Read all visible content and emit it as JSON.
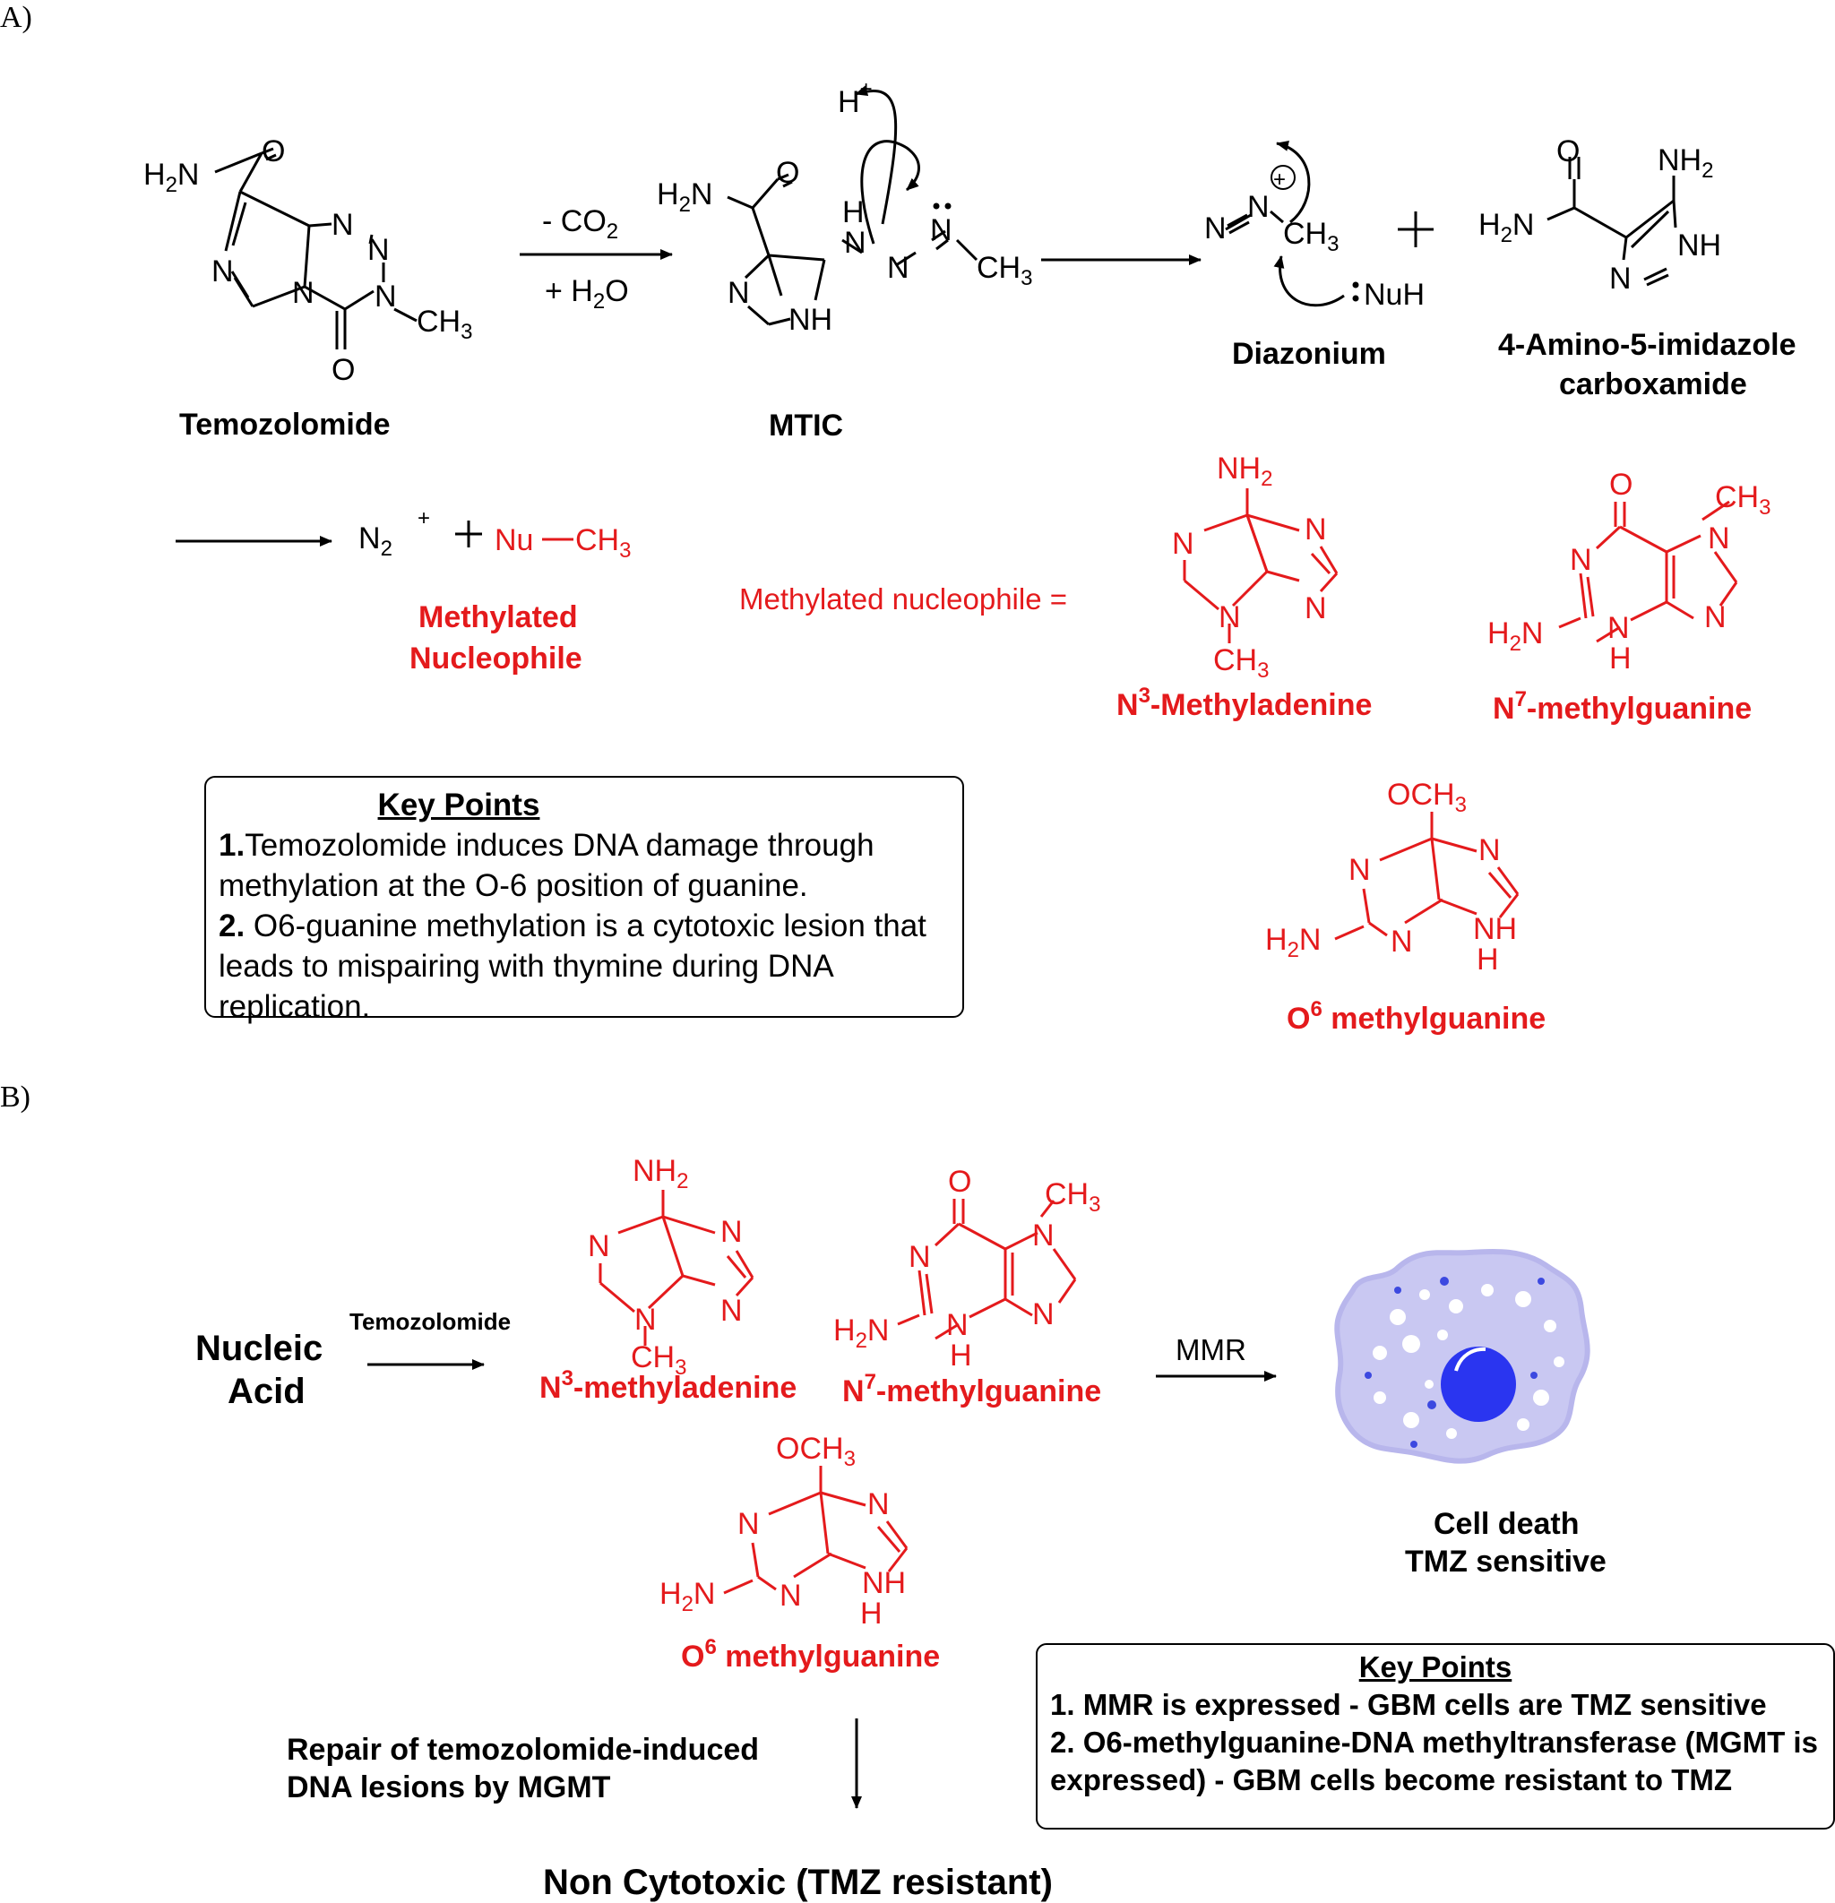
{
  "panels": {
    "a": "A)",
    "b": "B)"
  },
  "panel_a": {
    "temozolomide_label": "Temozolomide",
    "mtic_label": "MTIC",
    "diazonium_label": "Diazonium",
    "aic_label_line1": "4-Amino-5-imidazole",
    "aic_label_line2": "carboxamide",
    "reagent_minus": "- CO",
    "reagent_plus": "+ H",
    "reagent_plus_end": "O",
    "proton": "H",
    "nuh": "NuH",
    "n2": "N",
    "nu": "Nu",
    "methylated_nucleophile_line1": "Methylated",
    "methylated_nucleophile_line2": "Nucleophile",
    "methylated_eq": "Methylated nucleophile =",
    "n3_label_prefix": "N",
    "n3_label_sup": "3",
    "n3_label_rest": "-Methyladenine",
    "n7_label_prefix": "N",
    "n7_label_sup": "7",
    "n7_label_rest": "-methylguanine",
    "o6_label_prefix": "O",
    "o6_label_sup": "6",
    "o6_label_rest": " methylguanine"
  },
  "key_points_1": {
    "title": "Key Points",
    "p1_num": "1.",
    "p1_text": "Temozolomide induces DNA damage through methylation at the O-6 position of guanine.",
    "p2_num": "2.",
    "p2_text": " O6-guanine methylation is a cytotoxic lesion that leads to mispairing with thymine during DNA replication."
  },
  "panel_b": {
    "nucleic_line1": "Nucleic",
    "nucleic_line2": "Acid",
    "tmz_arrow": "Temozolomide",
    "n3_label_prefix": "N",
    "n3_label_sup": "3",
    "n3_label_rest": "-methyladenine",
    "n7_label_prefix": "N",
    "n7_label_sup": "7",
    "n7_label_rest": "-methylguanine",
    "o6_label_prefix": "O",
    "o6_label_sup": "6",
    "o6_label_rest": " methylguanine",
    "mmr": "MMR",
    "cell_death_line1": "Cell death",
    "cell_death_line2": "TMZ sensitive",
    "repair_line1": "Repair of temozolomide-induced",
    "repair_line2": "DNA lesions by MGMT",
    "result": "Non Cytotoxic (TMZ resistant)"
  },
  "key_points_2": {
    "title": "Key Points",
    "p1": "1. MMR is expressed - GBM cells are TMZ sensitive",
    "p2": "2. O6-methylguanine-DNA methyltransferase (MGMT is expressed) - GBM cells become resistant to TMZ"
  },
  "colors": {
    "red": "#e41a1c",
    "cell_body": "#c9c8f2",
    "nucleus": "#2a35f0"
  },
  "icons": {
    "cell": "cell-icon"
  }
}
